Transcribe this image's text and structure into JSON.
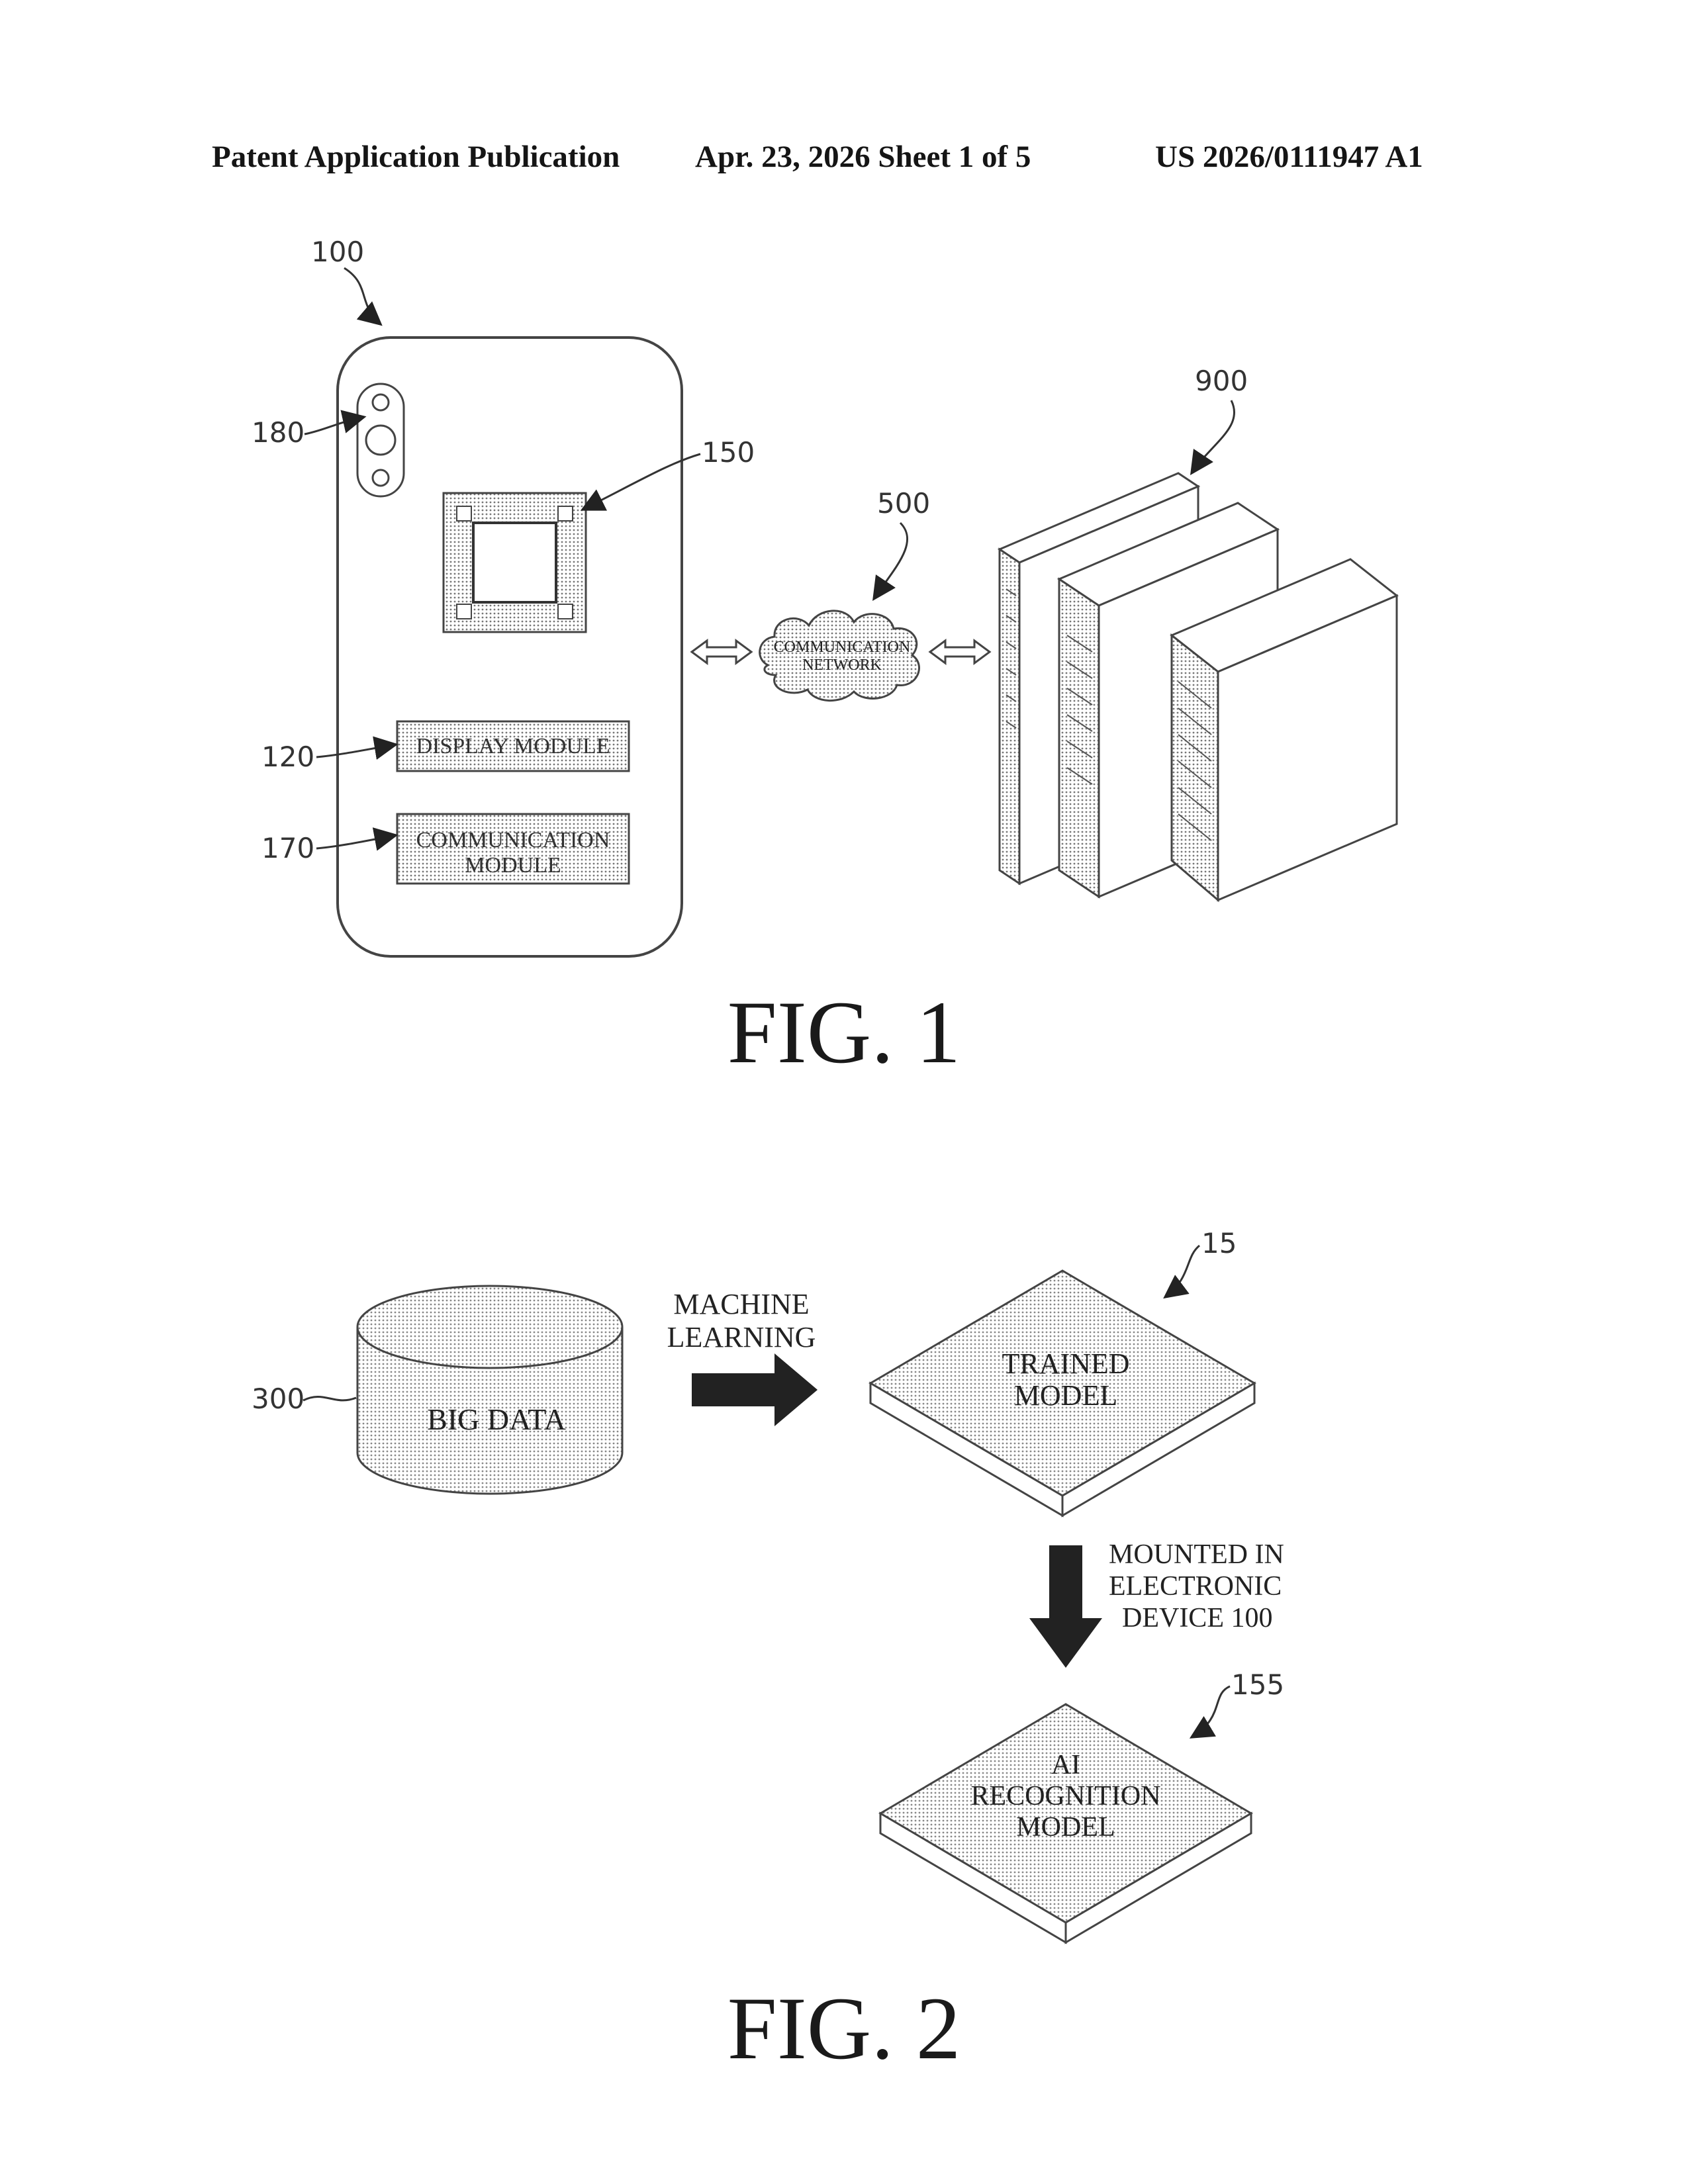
{
  "header": {
    "publication": "Patent Application Publication",
    "date_sheet": "Apr. 23, 2026  Sheet 1 of 5",
    "number": "US 2026/0111947 A1"
  },
  "fig1": {
    "label": "FIG. 1",
    "refs": {
      "device": "100",
      "camera": "180",
      "chip": "150",
      "network": "500",
      "server": "900",
      "display": "120",
      "comm": "170"
    },
    "display_module": "DISPLAY MODULE",
    "comm_module_line1": "COMMUNICATION",
    "comm_module_line2": "MODULE",
    "network_line1": "COMMUNICATION",
    "network_line2": "NETWORK"
  },
  "fig2": {
    "label": "FIG. 2",
    "refs": {
      "bigdata": "300",
      "trained": "15",
      "ai": "155"
    },
    "big_data": "BIG DATA",
    "ml_line1": "MACHINE",
    "ml_line2": "LEARNING",
    "trained_line1": "TRAINED",
    "trained_line2": "MODEL",
    "mounted_line1": "MOUNTED IN",
    "mounted_line2": "ELECTRONIC",
    "mounted_line3": "DEVICE 100",
    "ai_line1": "AI",
    "ai_line2": "RECOGNITION",
    "ai_line3": "MODEL"
  }
}
